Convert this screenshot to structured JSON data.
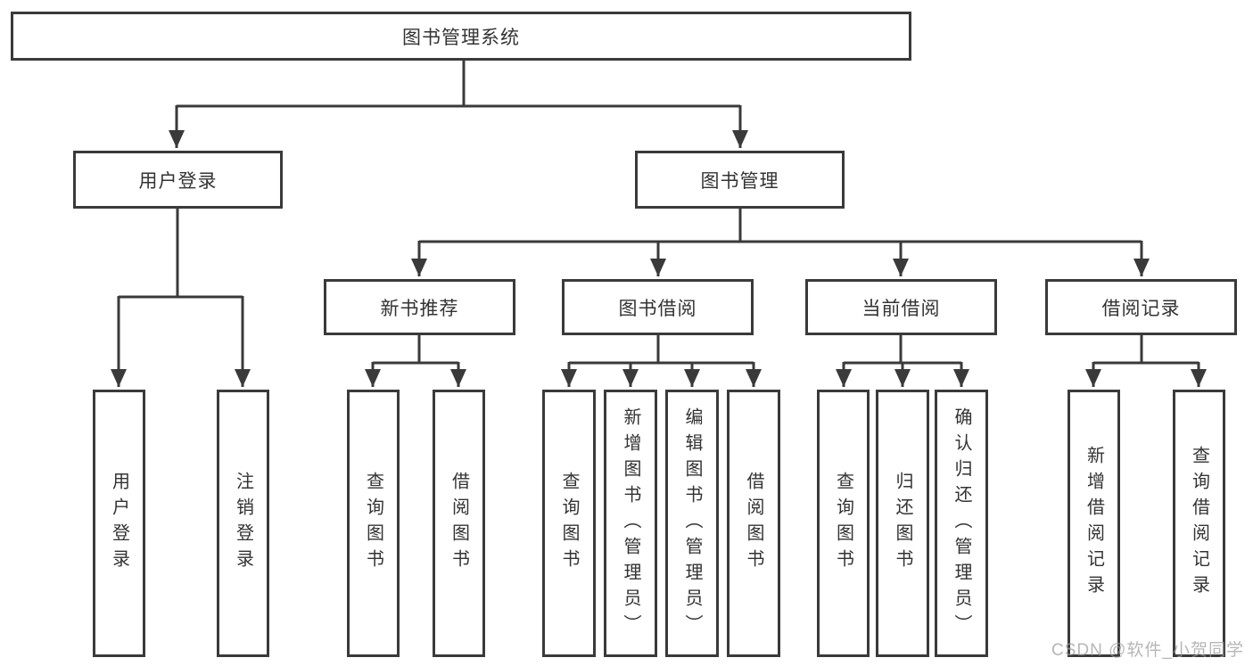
{
  "diagram": {
    "root": "图书管理系统",
    "user_login": {
      "label": "用户登录",
      "children": [
        "用户登录",
        "注销登录"
      ]
    },
    "book_mgmt": {
      "label": "图书管理",
      "sections": {
        "new_books": {
          "label": "新书推荐",
          "children": [
            "查询图书",
            "借阅图书"
          ]
        },
        "borrowing": {
          "label": "图书借阅",
          "children": [
            "查询图书",
            "新增图书（管理员）",
            "编辑图书（管理员）",
            "借阅图书"
          ]
        },
        "current": {
          "label": "当前借阅",
          "children": [
            "查询图书",
            "归还图书",
            "确认归还（管理员）"
          ]
        },
        "records": {
          "label": "借阅记录",
          "children": [
            "新增借阅记录",
            "查询借阅记录"
          ]
        }
      }
    }
  },
  "watermark": "CSDN @软件_小贺同学",
  "colors": {
    "line": "#3a3a3a",
    "text": "#333333",
    "background": "#ffffff",
    "watermark": "#9e9e9e"
  }
}
